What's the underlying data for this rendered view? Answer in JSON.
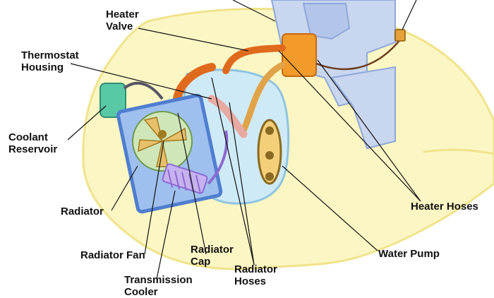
{
  "labels": {
    "heater_valve": "Heater\nValve",
    "thermostat_housing": "Thermostat\nHousing",
    "coolant_reservoir": "Coolant\nReservoir",
    "radiator": "Radiator",
    "radiator_fan": "Radiator Fan",
    "transmission_cooler": "Transmission\nCooler",
    "radiator_cap": "Radiator\nCap",
    "radiator_hoses": "Radiator\nHoses",
    "water_pump": "Water Pump",
    "heater_hoses": "Heater Hoses"
  },
  "colors": {
    "body_fill": "#fbf6c4",
    "body_outline": "#f0e38a",
    "engine_fill": "#cfeaf7",
    "engine_outline": "#8fc4e0",
    "firewall_fill": "#c9d6ef",
    "radiator_frame": "#4f7ed0",
    "hose_orange": "#e06a1c",
    "hose_pink": "#e7a9a2",
    "hose_tan": "#e1a348",
    "reservoir": "#59c8a5",
    "trans_cooler": "#8c6ad0",
    "heater_core": "#f29b2b",
    "leader_line": "#111111"
  }
}
